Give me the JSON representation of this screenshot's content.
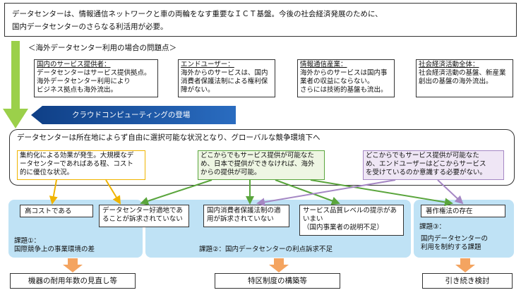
{
  "header": {
    "line1": "データセンターは、情報通信ネットワークと車の両輪をなす重要なＩＣＴ基盤。今後の社会経済発展のために、",
    "line2": "国内データセンターのさらなる利活用が必要。"
  },
  "problems_title": "＜海外データセンター利用の場合の問題点＞",
  "problems": [
    {
      "title": "国内のサービス提供者：",
      "body": "データセンターはサービス提供拠点。海外データセンター利用により\nビジネス拠点も海外流出。"
    },
    {
      "title": "エンドユーザー：",
      "body": "海外からのサービスは、国内\n消費者保護法制による権利保\n障がない。"
    },
    {
      "title": "情報通信産業：",
      "body": "海外からのサービスは国内事\n業者の収益にならない。\nさらには技術的基盤も流出。"
    },
    {
      "title": "社会経済活動全体：",
      "body": "社会経済活動の基盤、新産業\n創出の基盤の海外流出。"
    }
  ],
  "cloud_label": "クラウドコンピューティングの登場",
  "environment": {
    "title": "データセンターは所在地によらず自由に選択可能な状況となり、グローバルな競争環境下へ",
    "yellow": "集約化による効果が発生。大規模なデ\nータセンターであればある程、コスト\n的に優位な状況。",
    "green": "どこからでもサービス提供が可能なた\nめ、日本で提供ができなければ、海外\nからの提供が可能。",
    "purple": "どこからでもサービス提供が可能なた\nめ、エンドユーザーはどこからサービス\nを受けているのか意識する必要がない。"
  },
  "issues": {
    "high_cost": "高コストである",
    "site_appeal": "データセンター好適地であ\nることが訴求されていない",
    "consumer_law": "国内消費者保護法制の適\n用が訴求されていない",
    "service_level": "サービス品質レベルの提示があ\nいまい\n（国内事業者の説明不足）",
    "copyright": "著作権法の存在",
    "issue1": "課題①：\n国際競争上の事業環境の差",
    "issue2": "課題②：国内データセンターの利点訴求不足",
    "issue3_label": "課題③：",
    "issue3_body": "国内データセンターの\n利用を制約する課題"
  },
  "outcomes": {
    "o1": "機器の耐用年数の見直し等",
    "o2": "特区制度の構築等",
    "o3": "引き続き検討"
  },
  "colors": {
    "green_arrow": "#9bd04a",
    "cloud_arrow": "#1a56a6",
    "light_blue": "#bfe2f5",
    "yellow_border": "#f0b400",
    "green_border": "#5aa53c",
    "purple_border": "#a587c4",
    "orange_arrow": "#f4a460"
  }
}
